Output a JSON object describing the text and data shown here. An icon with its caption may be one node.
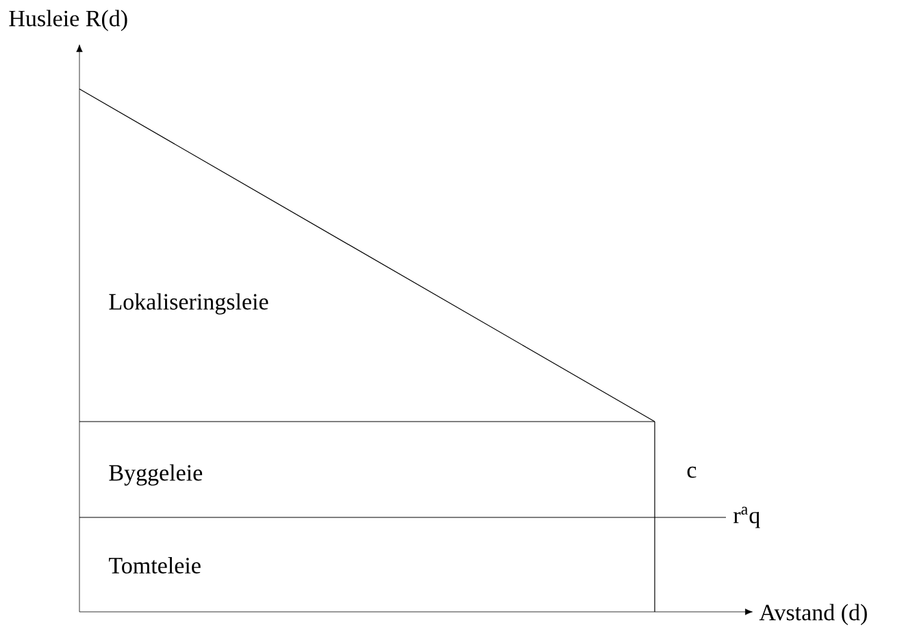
{
  "diagram": {
    "labels": [
      "Husleie R(d)",
      "Lokaliseringsleie",
      "Byggeleie",
      "c",
      "r$^{a}$q",
      "Tomteleie",
      "Avstand (d)"
    ]
  }
}
